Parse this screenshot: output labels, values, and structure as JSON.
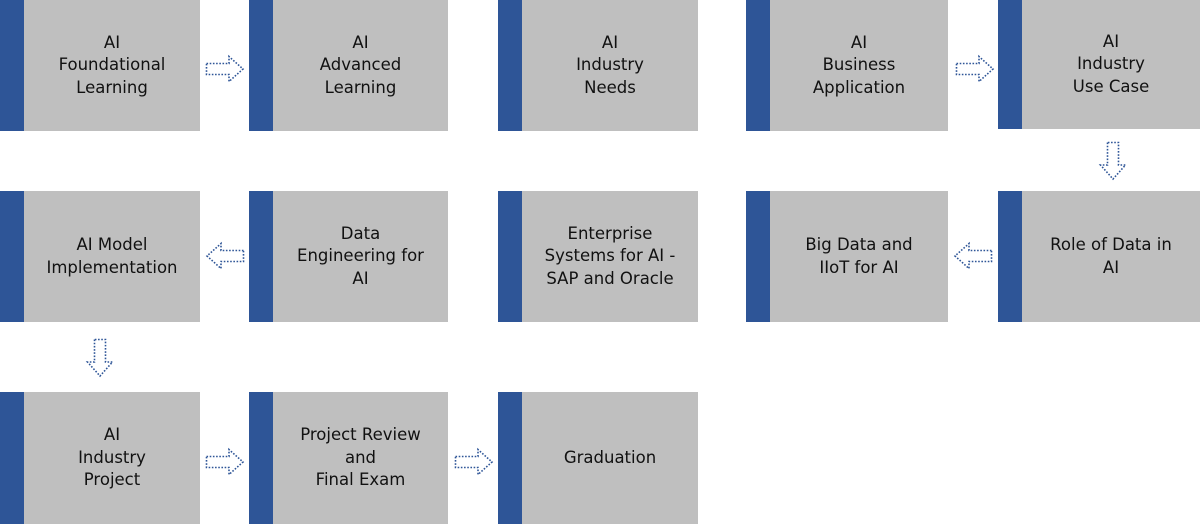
{
  "colors": {
    "box_fill": "#bfbfbf",
    "accent_bar": "#2e5597",
    "arrow": "#2e5597"
  },
  "nodes": [
    {
      "id": "ai-foundational-learning",
      "lines": [
        "AI",
        "Foundational",
        "Learning"
      ]
    },
    {
      "id": "ai-advanced-learning",
      "lines": [
        "AI",
        "Advanced",
        "Learning"
      ]
    },
    {
      "id": "ai-industry-needs",
      "lines": [
        "AI",
        "Industry",
        "Needs"
      ]
    },
    {
      "id": "ai-business-application",
      "lines": [
        "AI",
        "Business",
        "Application"
      ]
    },
    {
      "id": "ai-industry-use-case",
      "lines": [
        "AI",
        "Industry",
        "Use Case"
      ]
    },
    {
      "id": "ai-model-implementation",
      "lines": [
        "AI Model",
        "Implementation"
      ]
    },
    {
      "id": "data-engineering-for-ai",
      "lines": [
        "Data",
        "Engineering for",
        "AI"
      ]
    },
    {
      "id": "enterprise-systems-for-ai",
      "lines": [
        "Enterprise",
        "Systems for AI -",
        "SAP and Oracle"
      ]
    },
    {
      "id": "big-data-and-iiot-for-ai",
      "lines": [
        "Big Data and",
        "IIoT for AI"
      ]
    },
    {
      "id": "role-of-data-in-ai",
      "lines": [
        "Role of Data in",
        "AI"
      ]
    },
    {
      "id": "ai-industry-project",
      "lines": [
        "AI",
        "Industry",
        "Project"
      ]
    },
    {
      "id": "project-review-and-final-exam",
      "lines": [
        "Project Review",
        "and",
        "Final Exam"
      ]
    },
    {
      "id": "graduation",
      "lines": [
        "Graduation"
      ]
    }
  ],
  "arrows": [
    {
      "from": "ai-foundational-learning",
      "to": "ai-advanced-learning",
      "direction": "right"
    },
    {
      "from": "ai-business-application",
      "to": "ai-industry-use-case",
      "direction": "right"
    },
    {
      "from": "ai-industry-use-case",
      "to": "role-of-data-in-ai",
      "direction": "down"
    },
    {
      "from": "role-of-data-in-ai",
      "to": "big-data-and-iiot-for-ai",
      "direction": "left"
    },
    {
      "from": "data-engineering-for-ai",
      "to": "ai-model-implementation",
      "direction": "left"
    },
    {
      "from": "ai-model-implementation",
      "to": "ai-industry-project",
      "direction": "down"
    },
    {
      "from": "ai-industry-project",
      "to": "project-review-and-final-exam",
      "direction": "right"
    },
    {
      "from": "project-review-and-final-exam",
      "to": "graduation",
      "direction": "right"
    }
  ]
}
